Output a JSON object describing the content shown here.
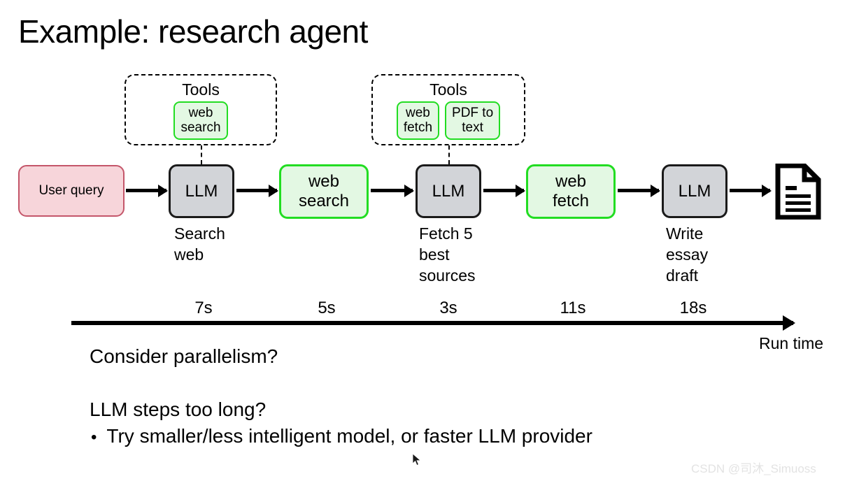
{
  "slide": {
    "title": "Example: research agent",
    "background": "#ffffff"
  },
  "colors": {
    "pink_fill": "#f7d5da",
    "pink_border": "#c4566a",
    "gray_fill": "#d2d4d8",
    "gray_border": "#1a1a1a",
    "green_fill": "#e3f8e3",
    "green_border": "#22dd22",
    "ink": "#000000",
    "watermark": "#e3e3e3"
  },
  "tools_panels": [
    {
      "title": "Tools",
      "chips": [
        "web\nsearch"
      ]
    },
    {
      "title": "Tools",
      "chips": [
        "web\nfetch",
        "PDF to\ntext"
      ]
    }
  ],
  "flow": {
    "nodes": [
      {
        "label": "User query",
        "style": "pink"
      },
      {
        "label": "LLM",
        "style": "gray"
      },
      {
        "label": "web\nsearch",
        "style": "green"
      },
      {
        "label": "LLM",
        "style": "gray"
      },
      {
        "label": "web\nfetch",
        "style": "green"
      },
      {
        "label": "LLM",
        "style": "gray"
      },
      {
        "label": "document-output",
        "style": "icon"
      }
    ],
    "captions": [
      "Search\nweb",
      "Fetch 5\nbest\nsources",
      "Write\nessay\ndraft"
    ]
  },
  "timeline": {
    "times": [
      "7s",
      "5s",
      "3s",
      "11s",
      "18s"
    ],
    "axis_label": "Run time"
  },
  "notes": {
    "question_1": "Consider parallelism?",
    "question_2": "LLM steps too long?",
    "bullet_marker": "•",
    "bullet_1": "Try smaller/less intelligent model, or faster LLM provider"
  },
  "watermark": "CSDN @司沐_Simuoss"
}
